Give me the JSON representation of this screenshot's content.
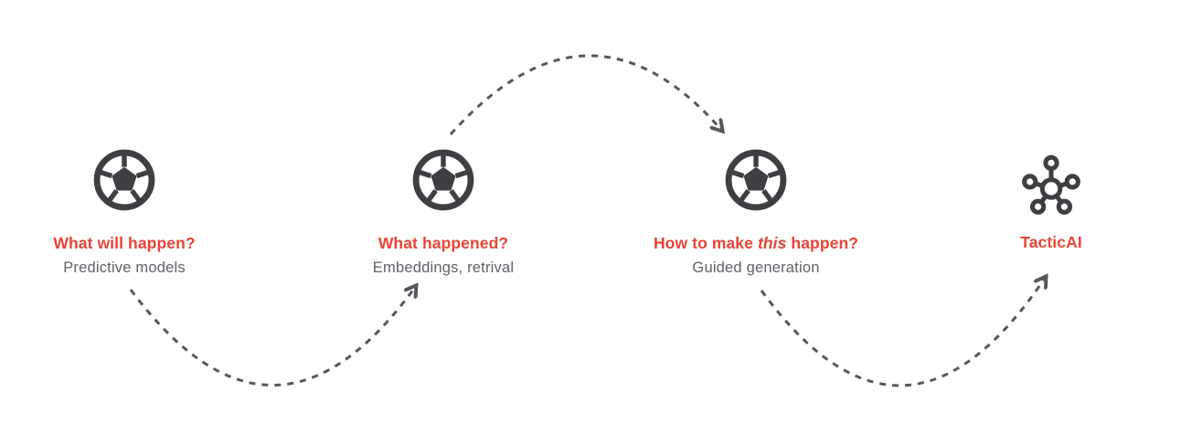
{
  "colors": {
    "red": "#EA4335",
    "dark": "#3C4043",
    "gray": "#5F6368",
    "arrow": "#54585D",
    "background": "#FFFFFF"
  },
  "stages": [
    {
      "icon": "soccer-ball",
      "title": "What will happen?",
      "subtitle": "Predictive models"
    },
    {
      "icon": "soccer-ball",
      "title": "What happened?",
      "subtitle": "Embeddings, retrival"
    },
    {
      "icon": "soccer-ball",
      "title_pre": "How to make ",
      "title_emph": "this",
      "title_post": " happen?",
      "subtitle": "Guided generation"
    },
    {
      "icon": "graph-network",
      "title": "TacticAI"
    }
  ],
  "arrows": [
    {
      "from_stage": 2,
      "to_stage": 3,
      "style": "dashed",
      "shape": "arc-over-top"
    },
    {
      "from_stage": 1,
      "to_stage": 2,
      "style": "dashed",
      "shape": "arc-under-bottom"
    },
    {
      "from_stage": 3,
      "to_stage": 4,
      "style": "dashed",
      "shape": "arc-under-bottom"
    }
  ]
}
